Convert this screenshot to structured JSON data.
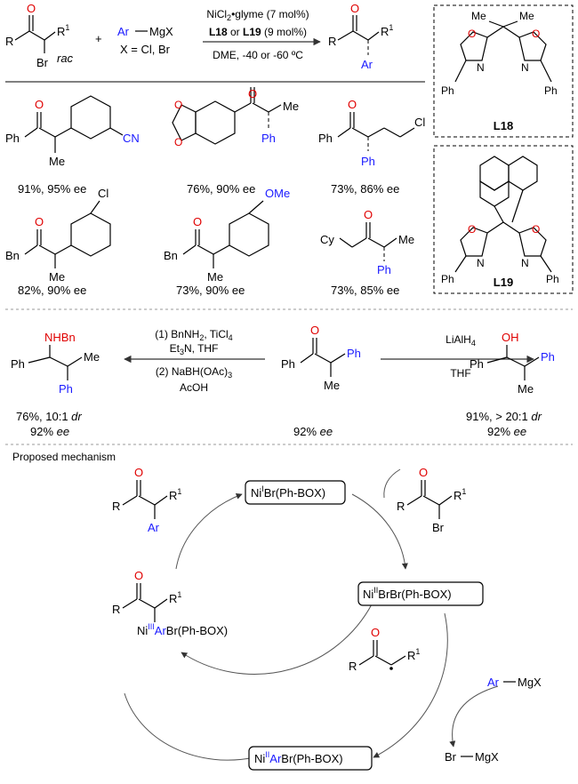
{
  "scheme": {
    "reactant_R": "R",
    "reactant_R1": "R1",
    "reactant_Br": "Br",
    "reactant_rac": "rac",
    "plus": "+",
    "grignard_Ar": "Ar",
    "grignard_MgX": "MgX",
    "grignard_X": "X = Cl, Br",
    "cond_catalyst": "NiCl2•glyme (7 mol%)",
    "cond_ligand": "L18 or L19 (9 mol%)",
    "cond_solvent": "DME, -40 or -60 ºC",
    "product_R": "R",
    "product_R1": "R1",
    "product_Ar": "Ar"
  },
  "ligands": [
    {
      "label": "L18",
      "ph_left": "Ph",
      "ph_right": "Ph",
      "n_left": "N",
      "n_right": "N",
      "me": "Me",
      "o": "O"
    },
    {
      "label": "L19",
      "ph_left": "Ph",
      "ph_right": "Ph",
      "n_left": "N",
      "n_right": "N",
      "o": "O"
    }
  ],
  "examples": [
    {
      "yield": "91%, 95% ee",
      "labels": [
        "Ph",
        "Me",
        "CN"
      ]
    },
    {
      "yield": "76%, 90% ee",
      "labels": [
        "Me",
        "Ph"
      ]
    },
    {
      "yield": "73%, 86% ee",
      "labels": [
        "Ph",
        "Ph",
        "Cl"
      ]
    },
    {
      "yield": "82%, 90% ee",
      "labels": [
        "Bn",
        "Me",
        "Cl"
      ]
    },
    {
      "yield": "73%, 90% ee",
      "labels": [
        "Bn",
        "Me",
        "OMe"
      ]
    },
    {
      "yield": "73%, 85% ee",
      "labels": [
        "Cy",
        "Me",
        "Ph"
      ]
    }
  ],
  "derivatization": {
    "left_conditions": [
      "(1) BnNH2, TiCl4",
      "Et3N, THF",
      "(2) NaBH(OAc)3",
      "AcOH"
    ],
    "left_product": {
      "nhbn": "NHBn",
      "ph1": "Ph",
      "me": "Me",
      "ph2": "Ph",
      "result": [
        "76%, 10:1 dr",
        "92% ee"
      ]
    },
    "center": {
      "ph1": "Ph",
      "ph2": "Ph",
      "me": "Me",
      "result": "92% ee"
    },
    "right_conditions": [
      "LiAlH4",
      "THF"
    ],
    "right_product": {
      "oh": "OH",
      "ph1": "Ph",
      "ph2": "Ph",
      "me": "Me",
      "result": [
        "91%, > 20:1 dr",
        "92% ee"
      ]
    }
  },
  "mechanism": {
    "title": "Proposed mechanism",
    "ni1": "NiIBr(Ph-BOX)",
    "ni2": "NiIIBrBr(Ph-BOX)",
    "ni2ar": "NiIIArBr(Ph-BOX)",
    "ni3": "NiIIIArBr(Ph-BOX)",
    "grignard_in": "Ar—MgX",
    "grignard_out": "Br—MgX"
  }
}
